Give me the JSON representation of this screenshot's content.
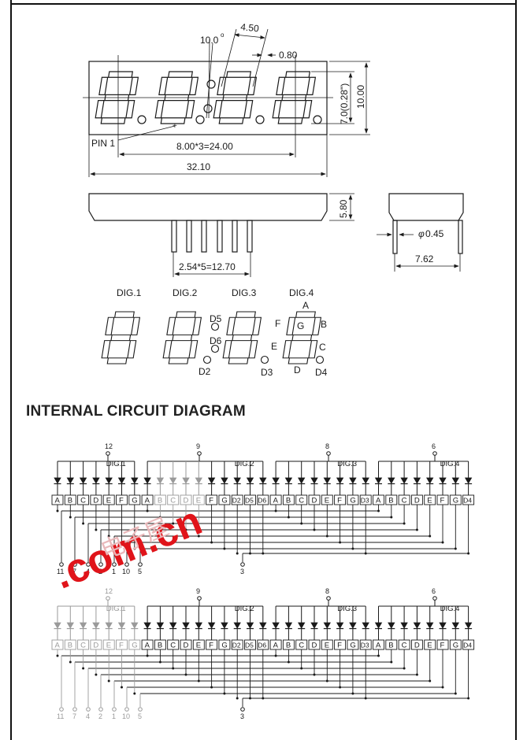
{
  "front_view": {
    "dim_angle": "10.0",
    "dim_angle_unit": "o",
    "dim_segment_width": "4.50",
    "dim_segment_thickness": "0.80",
    "dim_digit_height": "7.0(0.28\")",
    "dim_body_height": "10.00",
    "dim_pitch": "8.00*3=24.00",
    "dim_body_width": "32.10",
    "pin1_label": "PIN 1"
  },
  "side_view": {
    "dim_body_thickness": "5.80",
    "dim_pin_pitch": "2.54*5=12.70"
  },
  "end_view": {
    "dim_pin_diameter": "0.45",
    "dim_pin_diameter_symbol": "φ",
    "dim_row_spacing": "7.62"
  },
  "digit_map": {
    "digit_labels": [
      "DIG.1",
      "DIG.2",
      "DIG.3",
      "DIG.4"
    ],
    "segment_labels": {
      "a": "A",
      "b": "B",
      "c": "C",
      "d": "D",
      "e": "E",
      "f": "F",
      "g": "G"
    },
    "dot_labels": [
      "D5",
      "D6",
      "D2",
      "D3",
      "D4"
    ]
  },
  "section_title": "INTERNAL CIRCUIT DIAGRAM",
  "circuit": {
    "common_pins": [
      "12",
      "9",
      "8",
      "6"
    ],
    "digit_labels": [
      "DIG.1",
      "DIG.2",
      "DIG.3",
      "DIG.4"
    ],
    "groups": [
      [
        "A",
        "B",
        "C",
        "D",
        "E",
        "F",
        "G"
      ],
      [
        "A",
        "B",
        "C",
        "D",
        "E",
        "F",
        "G",
        "D2",
        "D5",
        "D6"
      ],
      [
        "A",
        "B",
        "C",
        "D",
        "E",
        "F",
        "G",
        "D3"
      ],
      [
        "A",
        "B",
        "C",
        "D",
        "E",
        "F",
        "G",
        "D4"
      ]
    ],
    "segment_pins": [
      "11",
      "7",
      "4",
      "2",
      "1",
      "10",
      "5"
    ],
    "dot_pin": "3"
  },
  "watermark": {
    "text_main": ".com.cn",
    "text_chinese": "电子屋",
    "color": "#e0141a"
  },
  "colors": {
    "ink": "#1a1a1a",
    "faded_ink": "#9a9a9a",
    "paper": "#ffffff"
  }
}
